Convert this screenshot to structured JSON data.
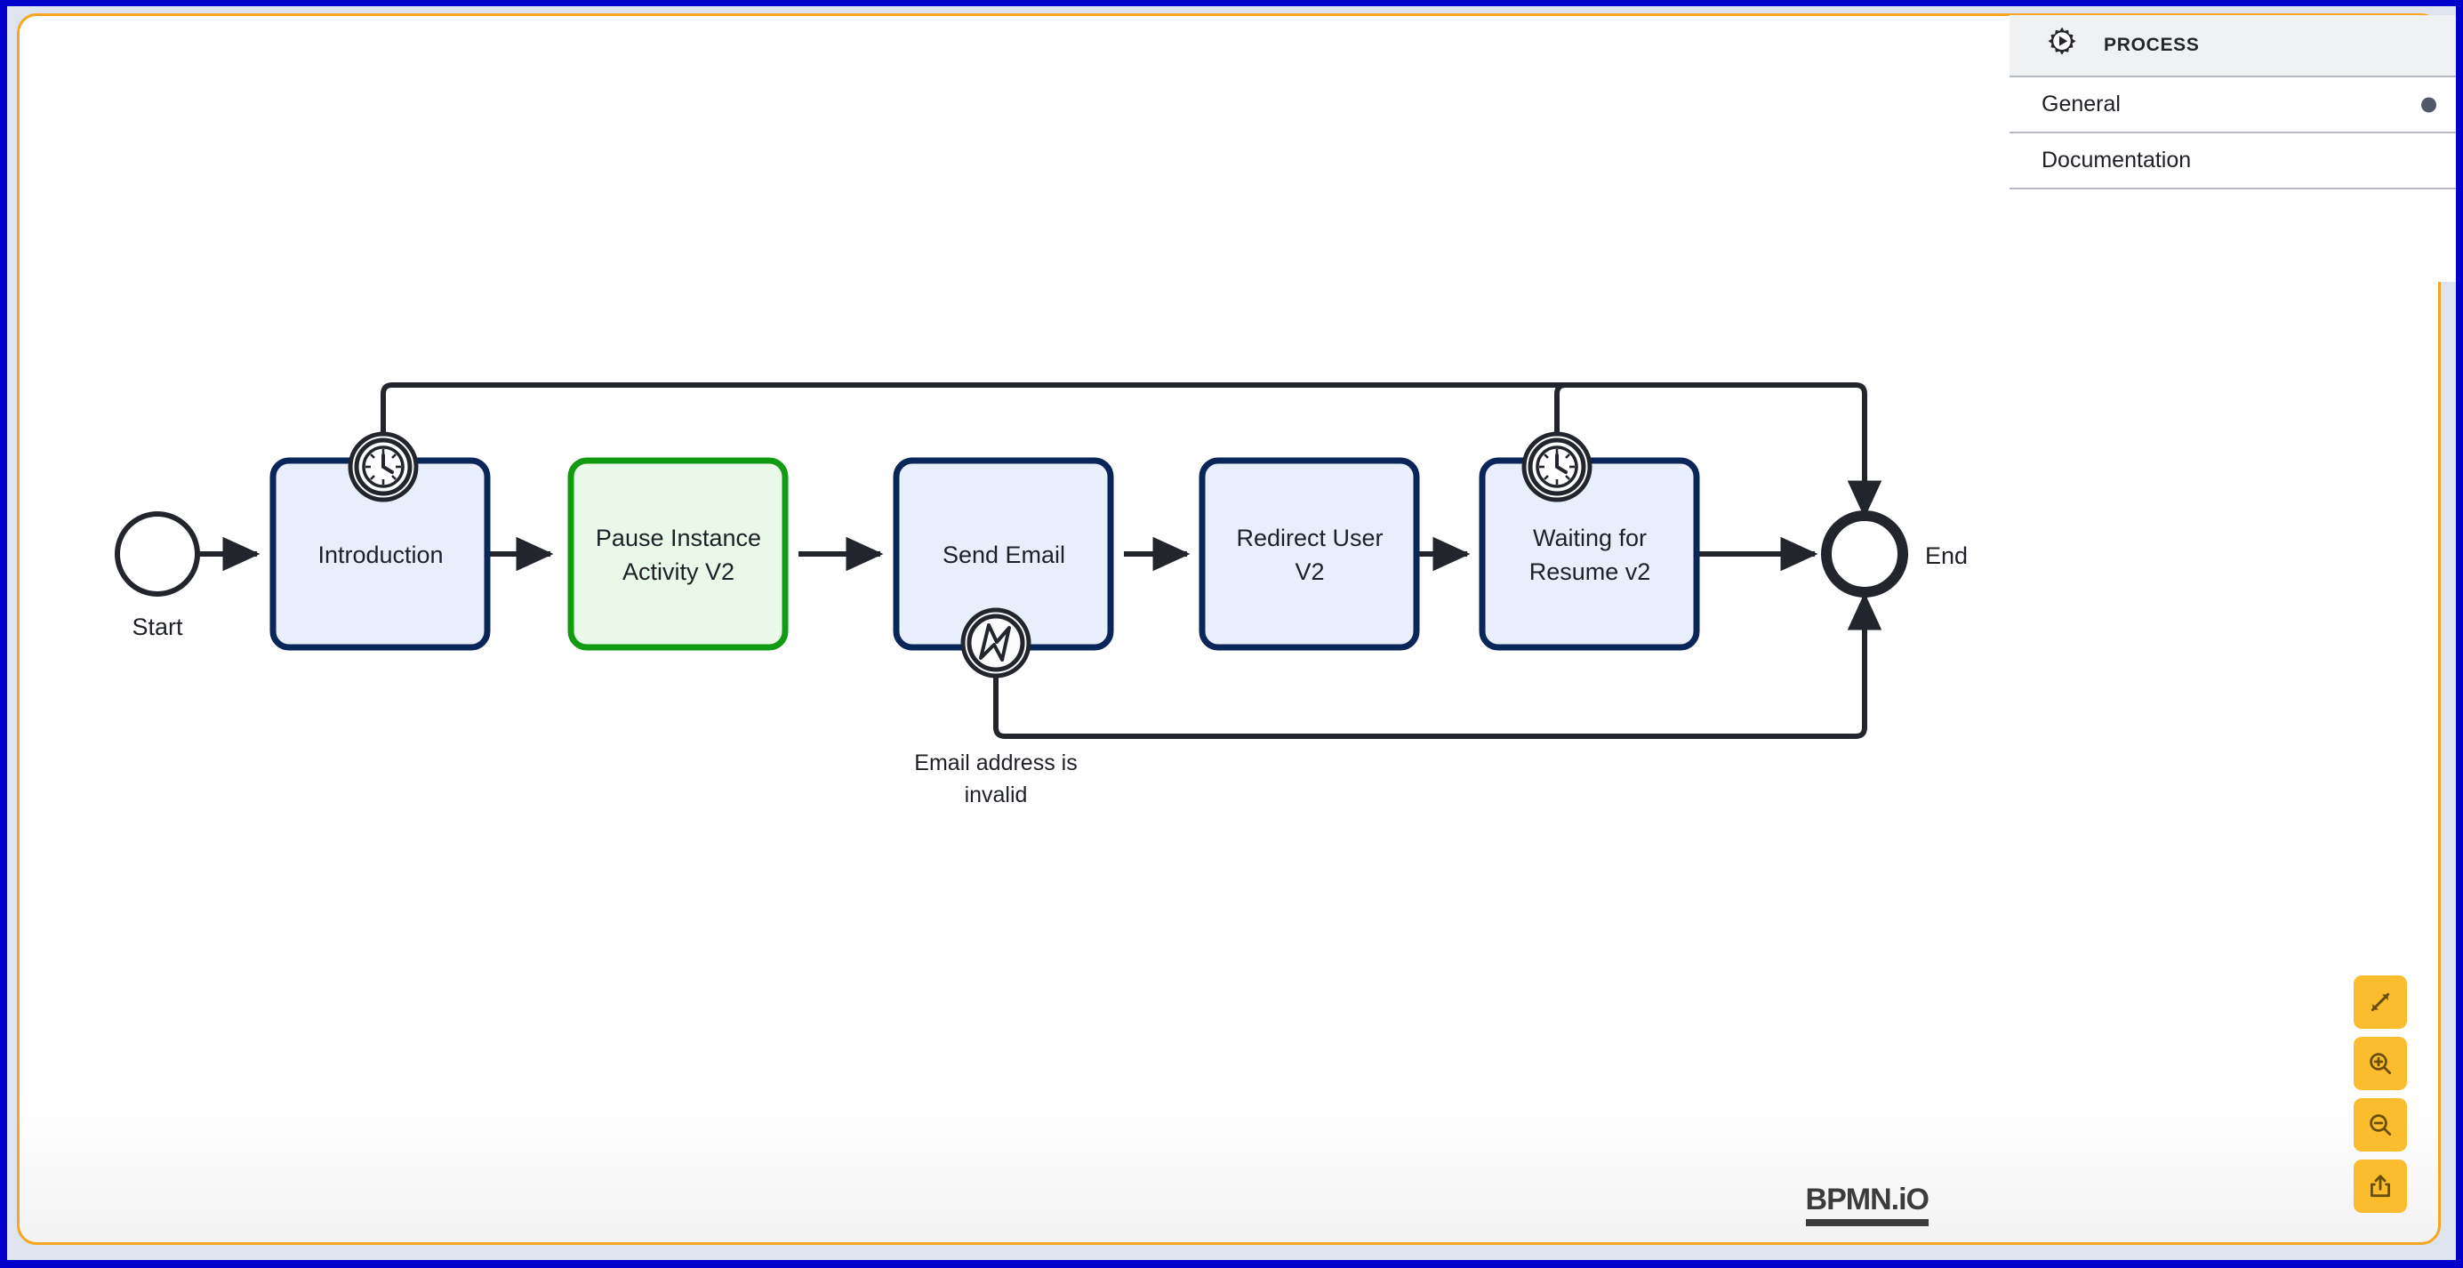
{
  "app": {
    "frame_color": "#0000cc",
    "background_color": "#dfe5f0",
    "canvas_border_color": "#f5a623",
    "canvas_background": "#ffffff"
  },
  "branding": {
    "logo_text": "BPMN.iO"
  },
  "properties_panel": {
    "header": {
      "icon": "process-gear-play-icon",
      "title": "PROCESS"
    },
    "groups": [
      {
        "label": "General",
        "has_dot": true
      },
      {
        "label": "Documentation",
        "has_dot": false
      }
    ]
  },
  "canvas_toolbar": {
    "buttons": [
      {
        "name": "fit-viewport-button",
        "icon": "expand-diagonal-arrows-icon"
      },
      {
        "name": "zoom-in-button",
        "icon": "magnifier-plus-icon"
      },
      {
        "name": "zoom-out-button",
        "icon": "magnifier-minus-icon"
      },
      {
        "name": "export-button",
        "icon": "share-upload-icon"
      }
    ],
    "button_color": "#fbbc2e",
    "icon_color": "#6b4e08"
  },
  "diagram": {
    "type": "bpmn-process",
    "colors": {
      "task_stroke": "#0a2558",
      "task_fill": "#e8eefc",
      "task_text": "#0a2558",
      "highlight_stroke": "#109b10",
      "highlight_fill": "#eaf8ea",
      "highlight_text": "#109b10",
      "connection": "#22252c",
      "event_stroke": "#22252c"
    },
    "events": [
      {
        "id": "start",
        "type": "start-event",
        "label": "Start",
        "label_position": "below"
      },
      {
        "id": "end",
        "type": "end-event",
        "label": "End",
        "label_position": "right"
      }
    ],
    "tasks": [
      {
        "id": "introduction",
        "label": "Introduction",
        "highlighted": false,
        "boundary_event": {
          "type": "timer-boundary-event",
          "icon": "clock-icon",
          "position": "top-right"
        }
      },
      {
        "id": "pause-instance-activity-v2",
        "label": "Pause Instance Activity V2",
        "highlighted": true,
        "boundary_event": null
      },
      {
        "id": "send-email",
        "label": "Send Email",
        "highlighted": false,
        "boundary_event": {
          "type": "error-boundary-event",
          "icon": "error-zigzag-icon",
          "position": "bottom-right",
          "label": "Email address is invalid"
        }
      },
      {
        "id": "redirect-user-v2",
        "label": "Redirect User V2",
        "highlighted": false,
        "boundary_event": null
      },
      {
        "id": "waiting-for-resume-v2",
        "label": "Waiting for Resume v2",
        "highlighted": false,
        "boundary_event": {
          "type": "timer-boundary-event",
          "icon": "clock-icon",
          "position": "top-right"
        }
      }
    ],
    "flows": [
      {
        "from": "start",
        "to": "introduction"
      },
      {
        "from": "introduction",
        "to": "pause-instance-activity-v2"
      },
      {
        "from": "pause-instance-activity-v2",
        "to": "send-email"
      },
      {
        "from": "send-email",
        "to": "redirect-user-v2"
      },
      {
        "from": "redirect-user-v2",
        "to": "waiting-for-resume-v2"
      },
      {
        "from": "waiting-for-resume-v2",
        "to": "end"
      },
      {
        "from": "introduction-timer-boundary",
        "to": "end",
        "route": "top"
      },
      {
        "from": "waiting-for-resume-timer-boundary",
        "to": "end",
        "route": "top"
      },
      {
        "from": "send-email-error-boundary",
        "to": "end",
        "route": "bottom",
        "label": "Email address is invalid"
      }
    ],
    "labels": {
      "start": "Start",
      "end": "End",
      "introduction": "Introduction",
      "pause_line1": "Pause Instance",
      "pause_line2": "Activity V2",
      "send_email": "Send Email",
      "redirect_line1": "Redirect User",
      "redirect_line2": "V2",
      "waiting_line1": "Waiting for",
      "waiting_line2": "Resume v2",
      "error_line1": "Email address is",
      "error_line2": "invalid"
    }
  }
}
